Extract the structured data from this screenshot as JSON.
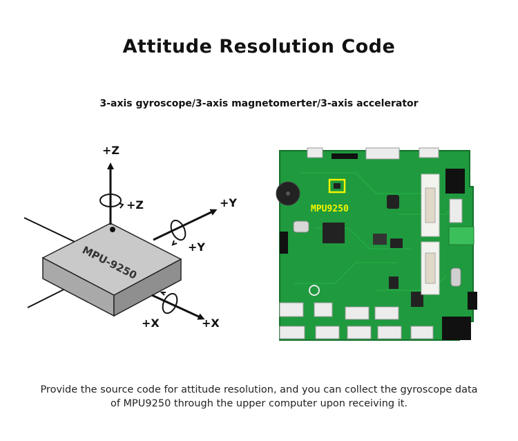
{
  "title": "Attitude Resolution Code",
  "subtitle": "3-axis gyroscope/3-axis magnetomerter/3-axis accelerator",
  "diagram": {
    "chip_label": "MPU-9250",
    "axes": {
      "z_axis": "+Z",
      "z_rotation": "+Z",
      "y_axis": "+Y",
      "y_rotation": "+Y",
      "x_rotation": "+X",
      "x_axis": "+X"
    }
  },
  "board": {
    "chip_label": "MPU9250",
    "colors": {
      "pcb": "#1f9a3e",
      "highlight": "#f4f400",
      "connector": "#e8e8e8"
    }
  },
  "footer": {
    "line1": "Provide the source code for attitude resolution, and you can collect the gyroscope data",
    "line2": "of MPU9250 through the upper computer upon receiving it."
  }
}
